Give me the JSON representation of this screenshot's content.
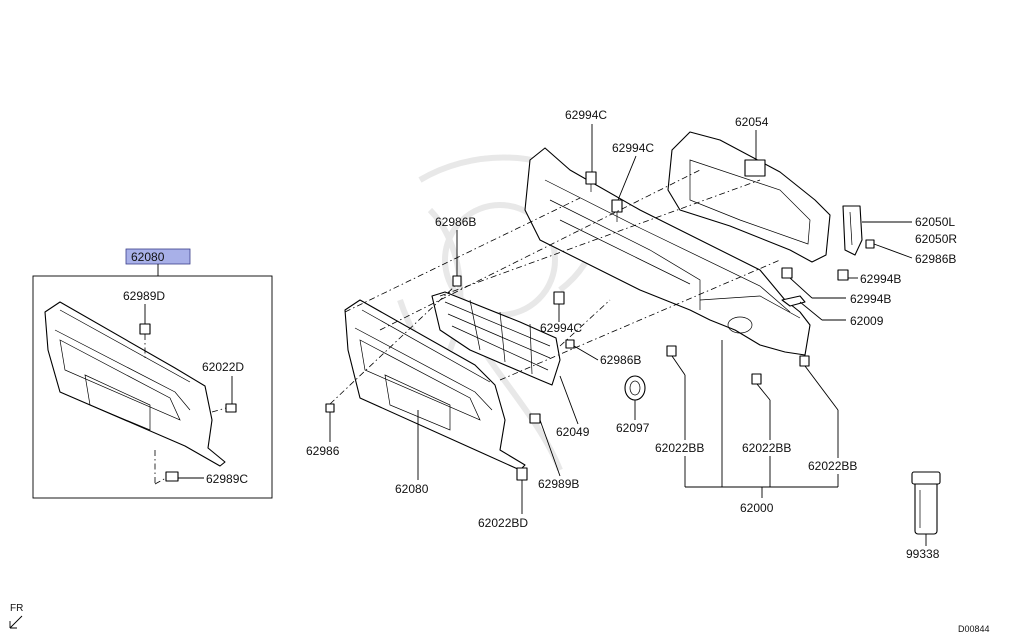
{
  "labels": {
    "l62080_box": "62080",
    "l62989D": "62989D",
    "l62022D": "62022D",
    "l62989C": "62989C",
    "l62994C_a": "62994C",
    "l62994C_b": "62994C",
    "l62054": "62054",
    "l62986B_a": "62986B",
    "l62050L": "62050L",
    "l62050R": "62050R",
    "l62986B_b": "62986B",
    "l62994B_a": "62994B",
    "l62994B_b": "62994B",
    "l62009": "62009",
    "l62994C_c": "62994C",
    "l62986B_c": "62986B",
    "l62049": "62049",
    "l62097": "62097",
    "l62022BB_a": "62022BB",
    "l62022BB_b": "62022BB",
    "l62022BB_c": "62022BB",
    "l62986": "62986",
    "l62080": "62080",
    "l62989B": "62989B",
    "l62000": "62000",
    "l62022BD": "62022BD",
    "l99338": "99338",
    "fr": "FR",
    "code": "D00844"
  },
  "colors": {
    "highlight": "#a8b0e8",
    "line": "#000000"
  }
}
